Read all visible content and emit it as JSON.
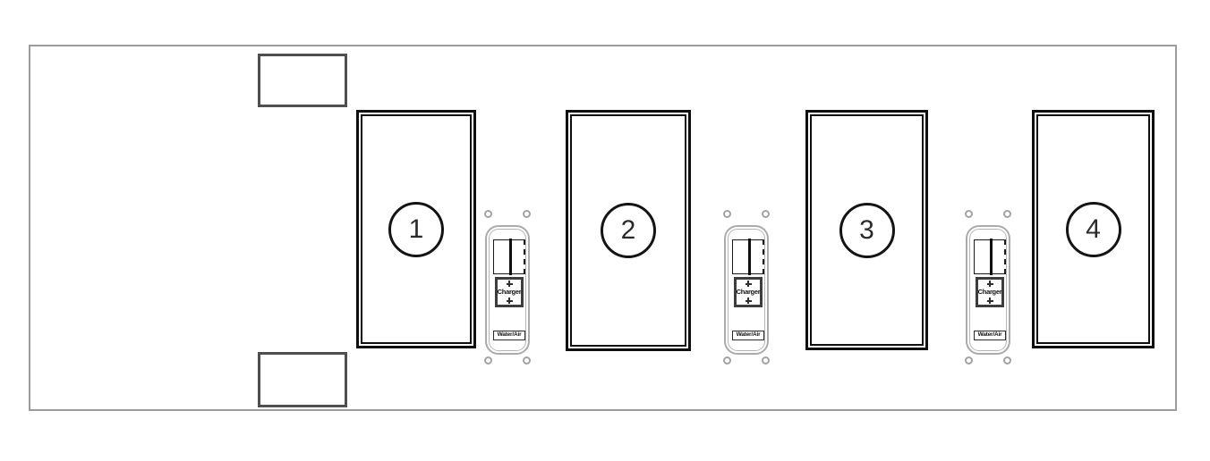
{
  "diagram": {
    "stations": [
      {
        "label": "1"
      },
      {
        "label": "2"
      },
      {
        "label": "3"
      },
      {
        "label": "4"
      }
    ],
    "panels": [
      {
        "charger_label": "Charger",
        "utility_label": "Water/Air"
      },
      {
        "charger_label": "Charger",
        "utility_label": "Water/Air"
      },
      {
        "charger_label": "Charger",
        "utility_label": "Water/Air"
      }
    ],
    "icons": {
      "screw_hole": "circle-outline",
      "screw_head": "plus-cross"
    },
    "colors": {
      "enclosure_border": "#9c9c9c",
      "post_border": "#4f4f4f",
      "station_border": "#0f0f0f",
      "faceplate_outline": "#ababab",
      "charger_frame": "#3d3d3d",
      "background": "#ffffff"
    }
  }
}
